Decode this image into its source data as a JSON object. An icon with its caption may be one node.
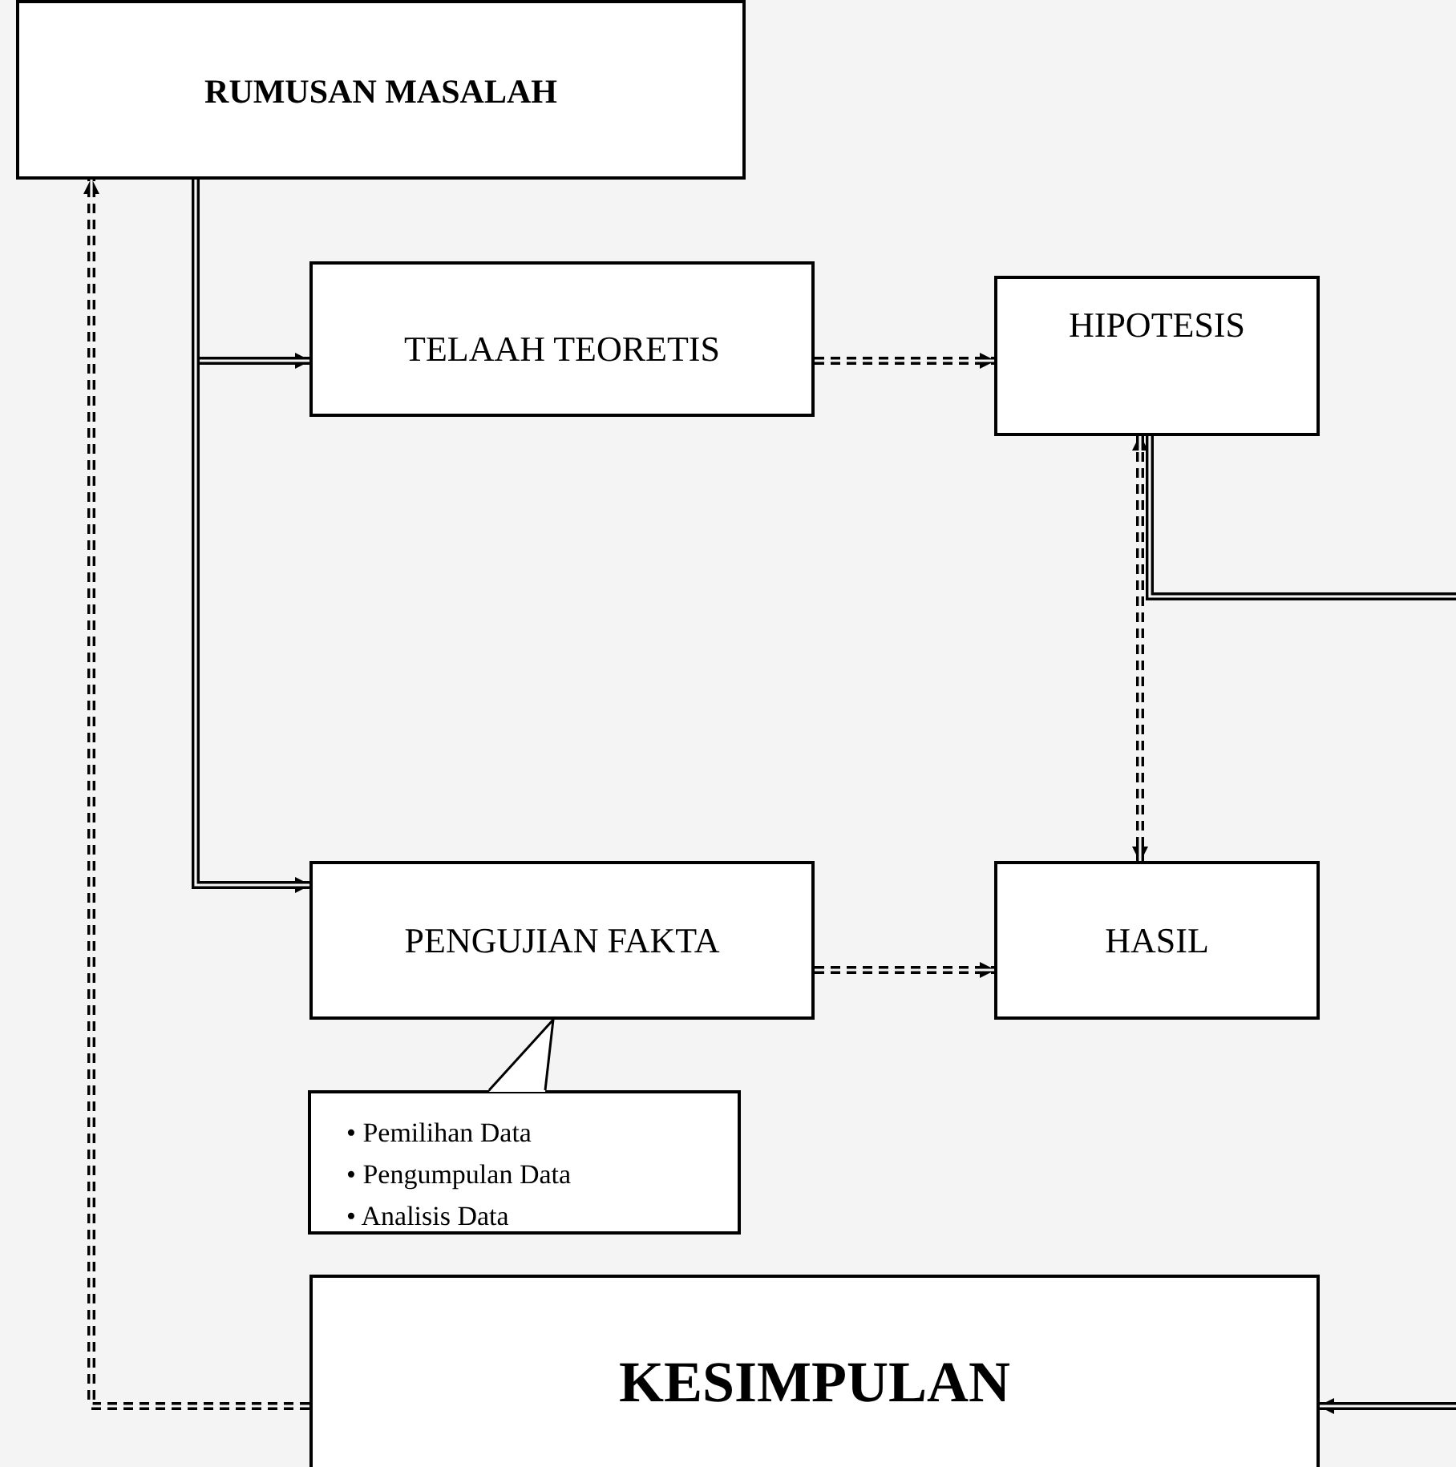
{
  "diagram": {
    "nodes": [
      {
        "text": [
          "RUMUSAN MASALAH"
        ]
      },
      {
        "text": [
          "TELAAH TEORETIS"
        ]
      },
      {
        "text": [
          "HIPOTESIS"
        ]
      },
      {
        "text": [
          "PENGUJIAN FAKTA"
        ]
      },
      {
        "text": [
          "HASIL"
        ]
      },
      {
        "text": [
          "• Pemilihan Data",
          "• Pengumpulan Data",
          "• Analisis Data"
        ]
      },
      {
        "text": [
          "KESIMPULAN"
        ]
      }
    ],
    "edges": [
      {
        "from": 0,
        "to": 1,
        "arrow": "to"
      },
      {
        "from": 0,
        "to": 3,
        "arrow": "to"
      },
      {
        "from": 1,
        "to": 2,
        "arrow": "to",
        "style": "dashed"
      },
      {
        "from": 3,
        "to": 4,
        "arrow": "to",
        "style": "dashed"
      },
      {
        "from": 2,
        "to": 4,
        "arrow": "both",
        "style": "dashed"
      },
      {
        "from": 2,
        "to": 6,
        "arrow": "to"
      },
      {
        "from": 6,
        "to": 0,
        "arrow": "to",
        "style": "dashed"
      },
      {
        "from": 5,
        "to": 3,
        "arrow": "none"
      }
    ]
  }
}
